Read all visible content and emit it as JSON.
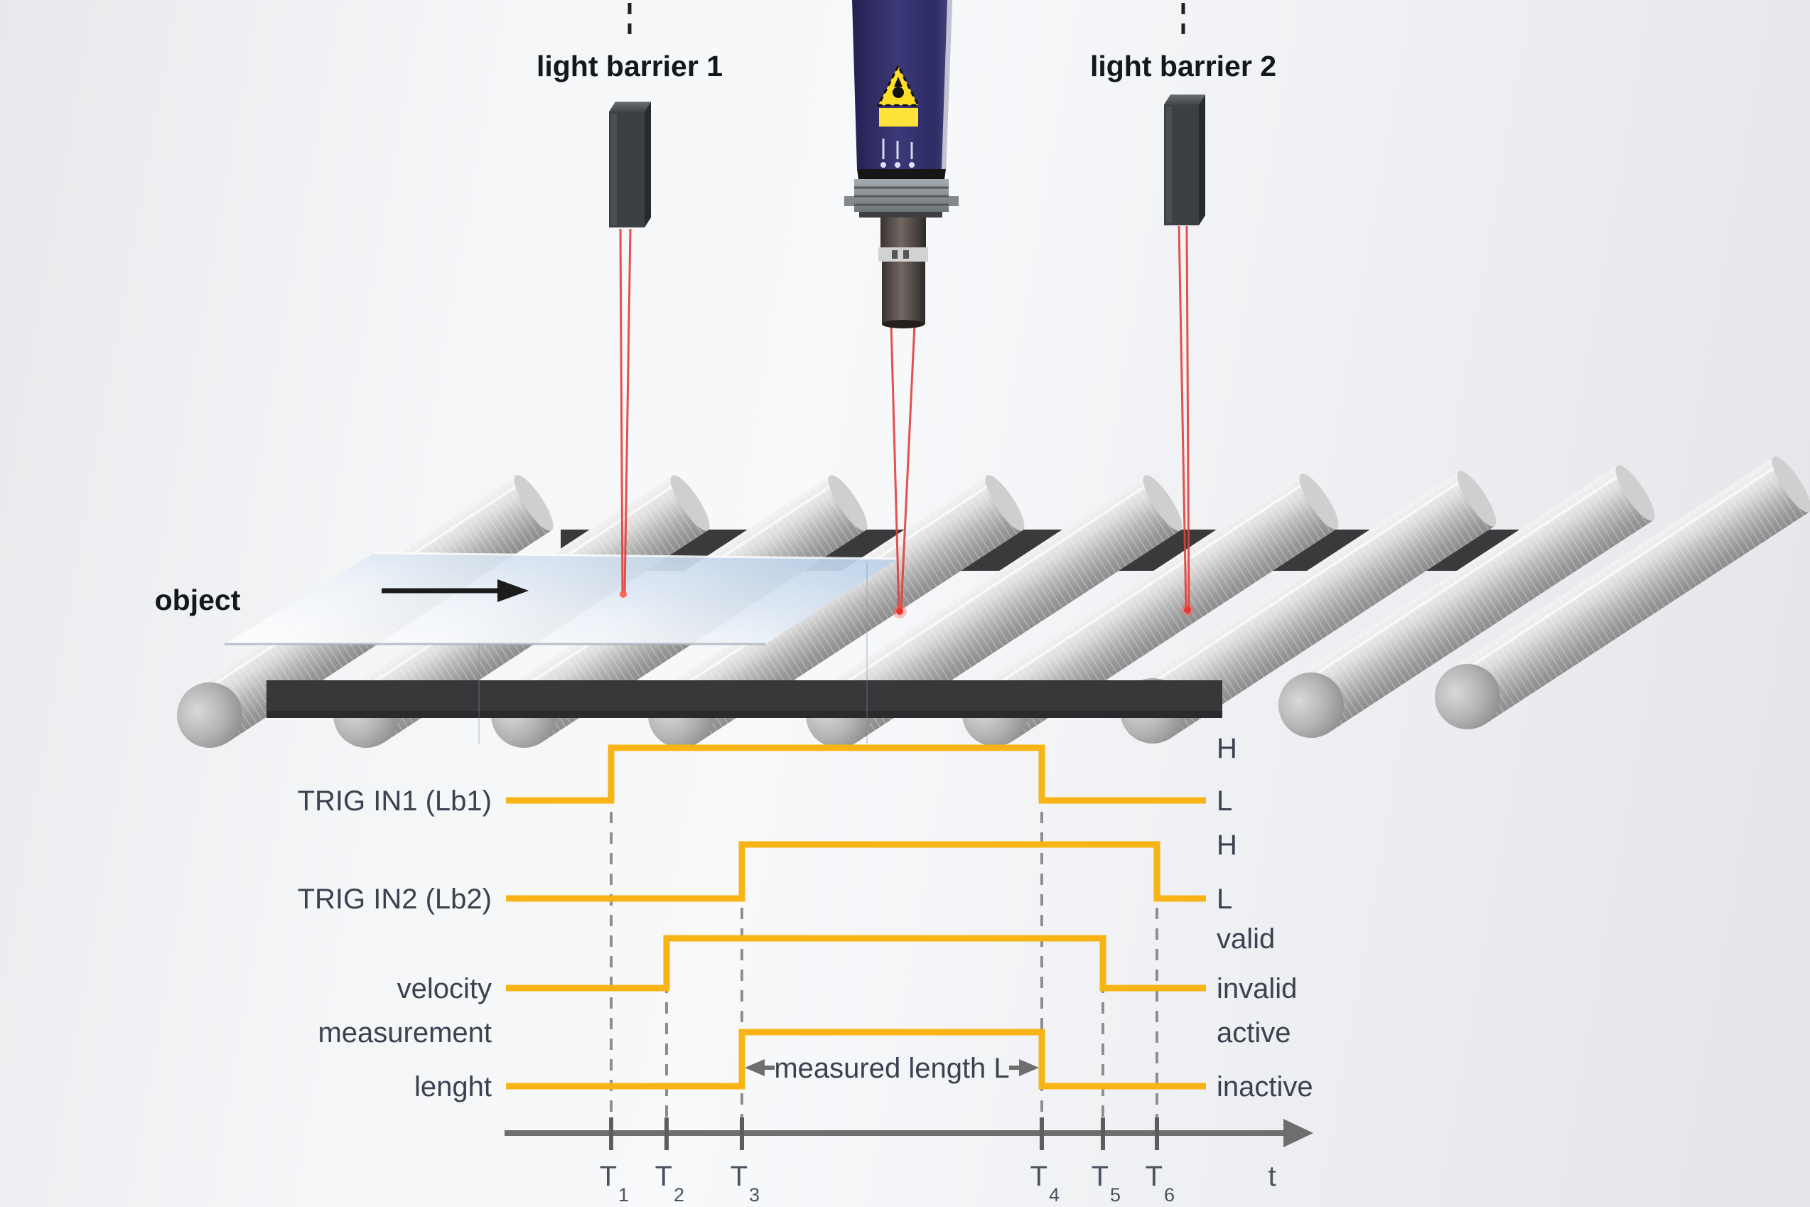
{
  "scene": {
    "light_barrier_1": "light barrier 1",
    "light_barrier_2": "light barrier 2",
    "object_label": "object"
  },
  "timing": {
    "signals": [
      {
        "label": "TRIG IN1 (Lb1)",
        "high": "H",
        "low": "L",
        "rises_at": "T1",
        "falls_at": "T4"
      },
      {
        "label": "TRIG IN2 (Lb2)",
        "high": "H",
        "low": "L",
        "rises_at": "T3",
        "falls_at": "T6"
      },
      {
        "label": "velocity",
        "high": "valid",
        "low": "invalid",
        "rises_at": "T2",
        "falls_at": "T5"
      },
      {
        "label_line1": "measurement",
        "label_line2": "lenght",
        "high": "active",
        "low": "inactive",
        "rises_at": "T3",
        "falls_at": "T4"
      }
    ],
    "annotation": "measured length L",
    "annotation_span": [
      "T3",
      "T4"
    ],
    "t_marks": [
      {
        "base": "T",
        "sub": "1"
      },
      {
        "base": "T",
        "sub": "2"
      },
      {
        "base": "T",
        "sub": "3"
      },
      {
        "base": "T",
        "sub": "4"
      },
      {
        "base": "T",
        "sub": "5"
      },
      {
        "base": "T",
        "sub": "6"
      }
    ],
    "axis_label": "t"
  },
  "colors": {
    "trace_yellow": "#F7B414",
    "laser_red": "#E03A36",
    "sensor_navy": "#312F66",
    "warning_yellow": "#FFDF26",
    "rail_dark": "#38383A",
    "axis_gray": "#6E6E6E",
    "dash_gray": "#8E8E8E",
    "text_dark": "#3A4250"
  }
}
